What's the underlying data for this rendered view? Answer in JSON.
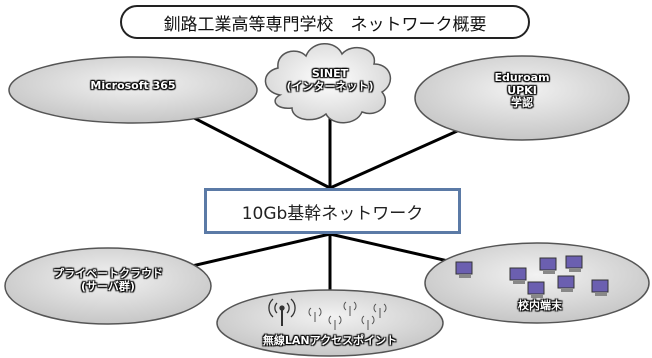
{
  "title": "釧路工業高等専門学校　ネットワーク概要",
  "core": "10Gb基幹ネットワーク",
  "nodes": {
    "microsoft365": "Microsoft 365",
    "sinet_line1": "SINET",
    "sinet_line2": "(インターネット)",
    "eduroam_line1": "Eduroam",
    "eduroam_line2": "UPKI",
    "eduroam_line3": "学認",
    "private_cloud_line1": "プライベートクラウド",
    "private_cloud_line2": "(サーバ群)",
    "wireless_lan": "無線LANアクセスポイント",
    "campus_terminals": "校内端末"
  },
  "colors": {
    "ellipse_fill": "#d9d9d9",
    "ellipse_stroke": "#555555",
    "core_border": "#5b7aa6",
    "link_line": "#000000"
  },
  "icons": [
    "wifi-antenna-icon",
    "computer-icon"
  ]
}
